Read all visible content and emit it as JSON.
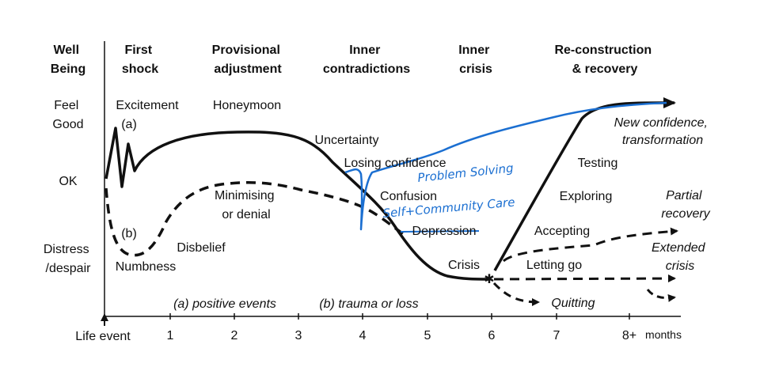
{
  "colors": {
    "ink": "#111111",
    "annotation": "#1b6fd1"
  },
  "headers": {
    "well_being": [
      "Well",
      "Being"
    ],
    "first_shock": [
      "First",
      "shock"
    ],
    "provisional": [
      "Provisional",
      "adjustment"
    ],
    "inner_contradictions": [
      "Inner",
      "contradictions"
    ],
    "inner_crisis": [
      "Inner",
      "crisis"
    ],
    "reconstruction": [
      "Re-construction",
      "& recovery"
    ]
  },
  "y_levels": {
    "feel_good": [
      "Feel",
      "Good"
    ],
    "ok": "OK",
    "distress": [
      "Distress",
      "/despair"
    ]
  },
  "stages": {
    "excitement": "Excitement",
    "a_marker": "(a)",
    "honeymoon": "Honeymoon",
    "uncertainty": "Uncertainty",
    "losing_confidence": "Losing confidence",
    "confusion": "Confusion",
    "depression": "Depression",
    "crisis": "Crisis",
    "b_marker": "(b)",
    "numbness": "Numbness",
    "disbelief": "Disbelief",
    "minimising": [
      "Minimising",
      "or denial"
    ],
    "letting_go": "Letting go",
    "accepting": "Accepting",
    "exploring": "Exploring",
    "testing": "Testing"
  },
  "outcomes": {
    "new_confidence": [
      "New confidence,",
      "transformation"
    ],
    "partial_recovery": [
      "Partial",
      "recovery"
    ],
    "extended_crisis": [
      "Extended",
      "crisis"
    ],
    "quitting": "Quitting"
  },
  "legend": {
    "positive": "(a) positive events",
    "trauma": "(b) trauma or loss"
  },
  "x_axis": {
    "origin_label": "Life event",
    "ticks": [
      "1",
      "2",
      "3",
      "4",
      "5",
      "6",
      "7"
    ],
    "last_tick": "8+",
    "last_tick_unit": "months"
  },
  "annotations": {
    "problem_solving": "Problem Solving",
    "self_care": "Self+Community Care"
  }
}
